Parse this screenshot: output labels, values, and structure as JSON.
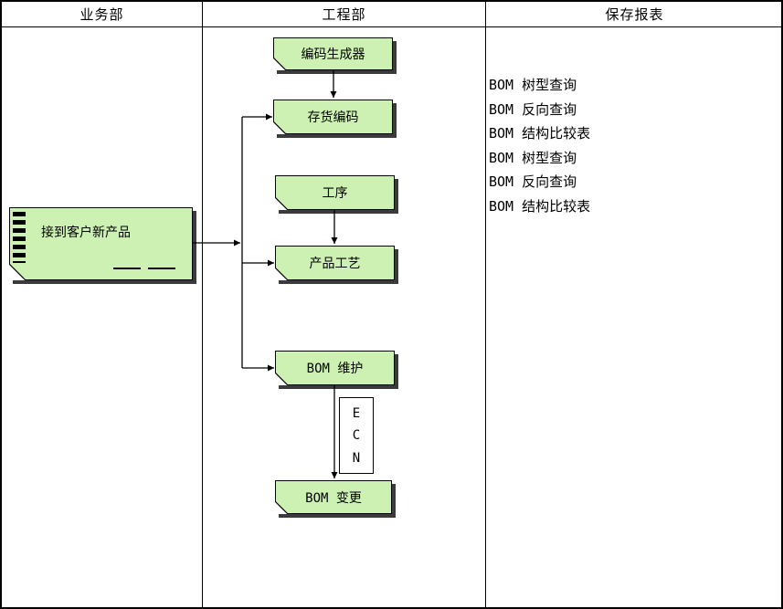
{
  "header": {
    "columns": [
      "业务部",
      "工程部",
      "保存报表"
    ]
  },
  "flow": {
    "doc_label": "接到客户新产品",
    "nodes": {
      "generator": "编码生成器",
      "inventory_code": "存货编码",
      "process": "工序",
      "product_craft": "产品工艺",
      "bom_maintain": "BOM 维护",
      "bom_change": "BOM 变更",
      "ecn": [
        "E",
        "C",
        "N"
      ]
    }
  },
  "reports": {
    "items": [
      "BOM 树型查询",
      "BOM 反向查询",
      "BOM 结构比较表",
      "BOM 树型查询",
      "BOM 反向查询",
      "BOM 结构比较表"
    ]
  },
  "colors": {
    "node_fill": "#cdf1b2",
    "node_shadow": "#3b3b3b",
    "border": "#000000",
    "background": "#ffffff"
  }
}
